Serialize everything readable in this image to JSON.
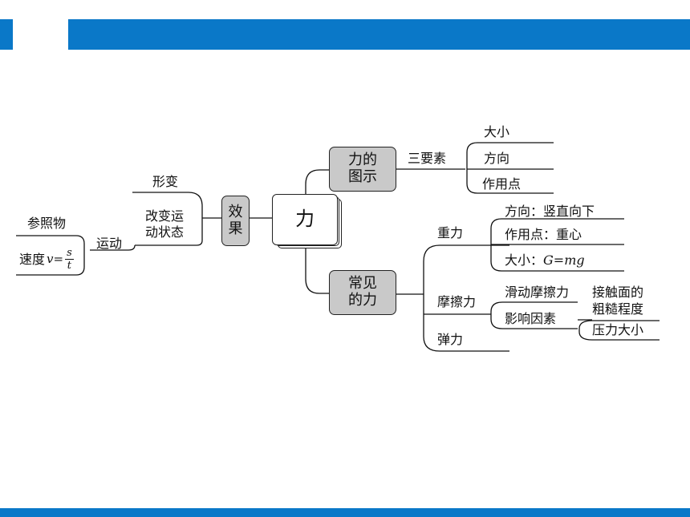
{
  "center": {
    "label": "力"
  },
  "effect": {
    "l1": "效",
    "l2": "果"
  },
  "deform": "形变",
  "change_motion": {
    "l1": "改变运",
    "l2": "动状态"
  },
  "motion": "运动",
  "reference": "参照物",
  "speed": {
    "label": "速度",
    "var": "v=",
    "num": "s",
    "den": "t"
  },
  "diagram": {
    "l1": "力的",
    "l2": "图示"
  },
  "three_elements": "三要素",
  "magnitude": "大小",
  "direction": "方向",
  "point": "作用点",
  "common": {
    "l1": "常见",
    "l2": "的力"
  },
  "gravity": "重力",
  "g_dir": "方向：竖直向下",
  "g_point": "作用点：重心",
  "g_mag": {
    "label": "大小：",
    "formula": "G=mg"
  },
  "friction": "摩擦力",
  "sliding": "滑动摩擦力",
  "factors": "影响因素",
  "surface": {
    "l1": "接触面的",
    "l2": "粗糙程度"
  },
  "pressure": "压力大小",
  "elastic": "弹力",
  "colors": {
    "header_bar": "#0a78c8",
    "box_fill": "#c9c9c9"
  }
}
